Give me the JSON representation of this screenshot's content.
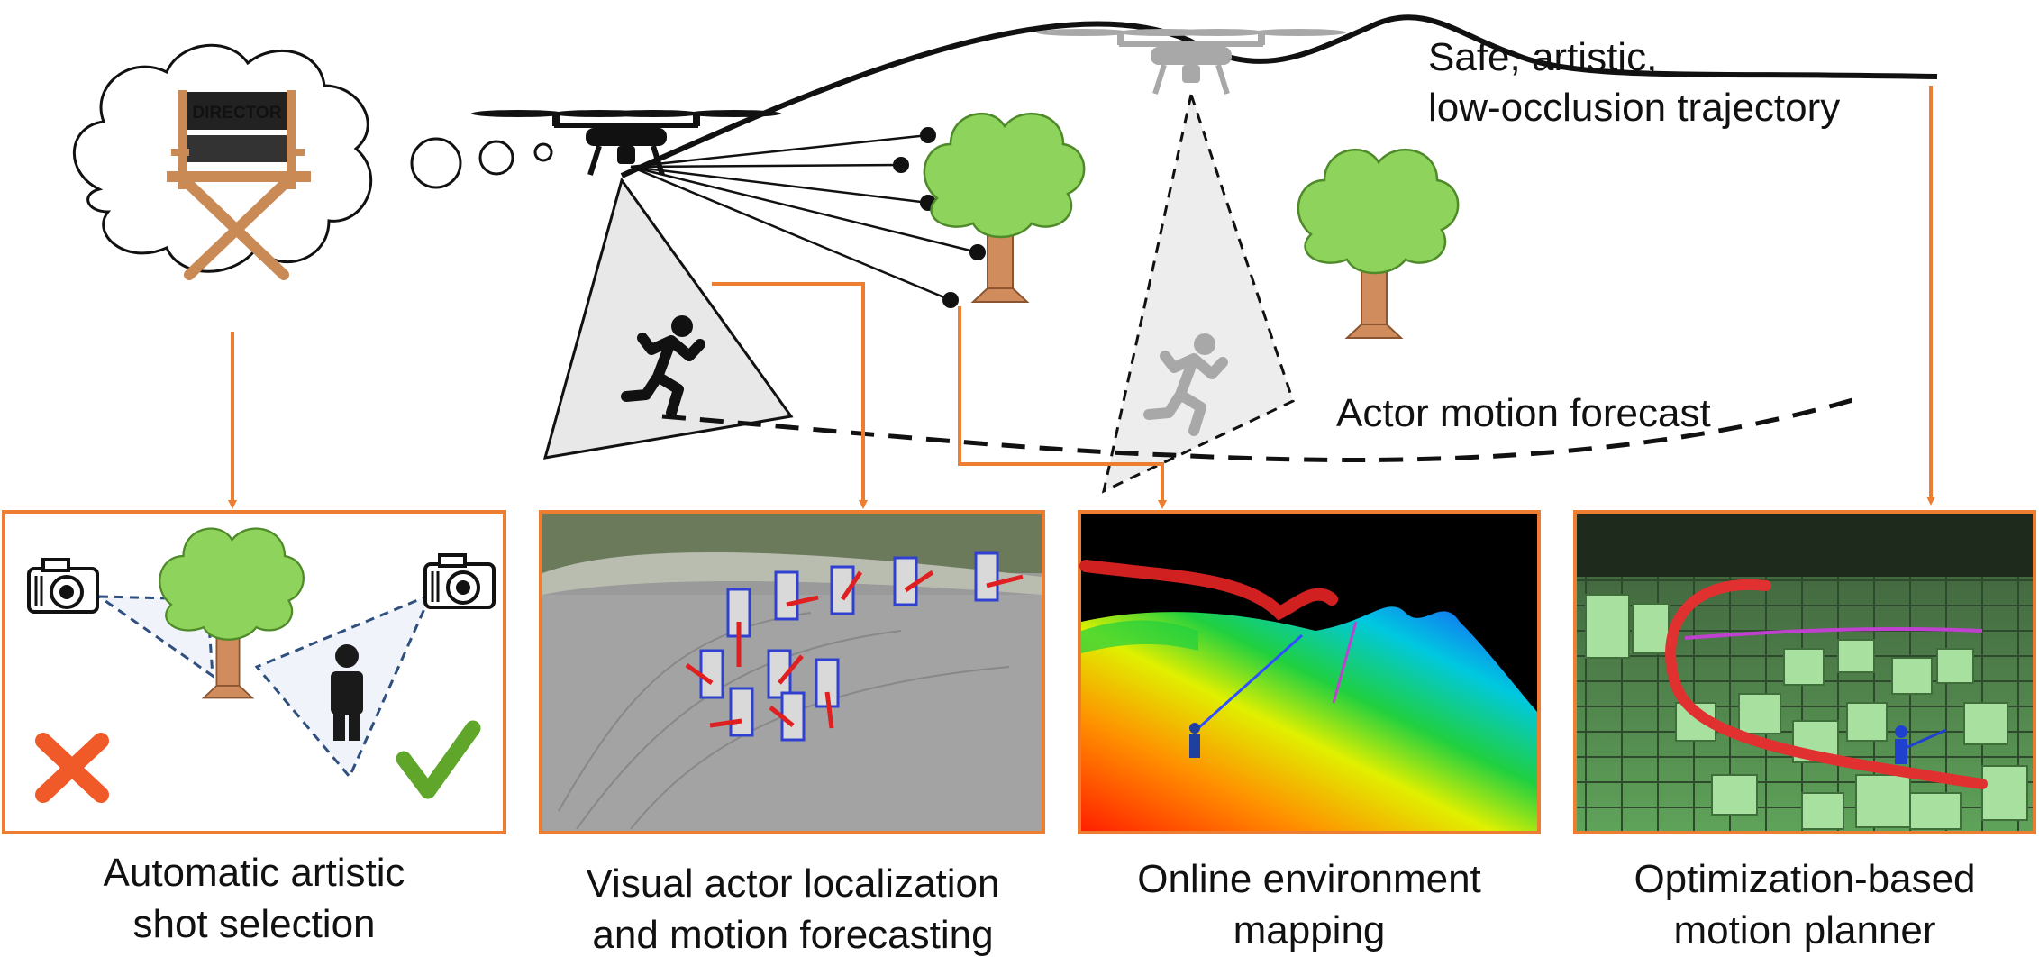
{
  "director_chair_text": "DIRECTOR",
  "trajectory_label": [
    "Safe, artistic,",
    "low-occlusion trajectory"
  ],
  "forecast_label": "Actor motion forecast",
  "captions": [
    [
      "Automatic artistic",
      "shot selection"
    ],
    [
      "Visual actor localization",
      "and motion forecasting"
    ],
    [
      "Online environment",
      "mapping"
    ],
    [
      "Optimization-based",
      "motion planner"
    ]
  ],
  "colors": {
    "orange": "#ED7D31",
    "tree_green": "#8ED35B",
    "trunk": "#D08C5C",
    "check": "#5FA62B",
    "cross": "#F05A28",
    "box_blue": "#3040D0"
  }
}
